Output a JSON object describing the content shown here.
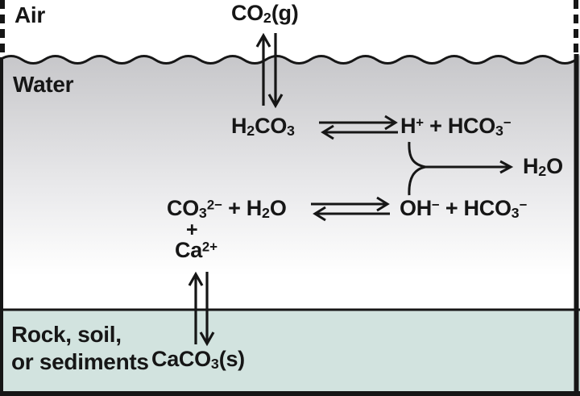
{
  "regions": {
    "air_label": "Air",
    "water_label": "Water",
    "rock_label": "Rock, soil,\nor sediments"
  },
  "chemistry": {
    "co2_gas": "CO_2_(g)",
    "carbonic_acid": "H_2_CO_3_",
    "proton_bicarbonate": "H^+^ + HCO_3_^−^",
    "water_product": "H_2_O",
    "carbonate_water": "CO_3_^2−^ + H_2_O",
    "hydroxide_bicarbonate": "OH^−^ + HCO_3_^−^",
    "plus_sign": "+",
    "calcium_ion": "Ca^2+^",
    "calcium_carbonate": "CaCO_3_(s)"
  },
  "colors": {
    "ink": "#161616",
    "rock_fill": "#d2e3df",
    "water_top": "#c6c6c9",
    "water_bottom": "#ffffff"
  }
}
